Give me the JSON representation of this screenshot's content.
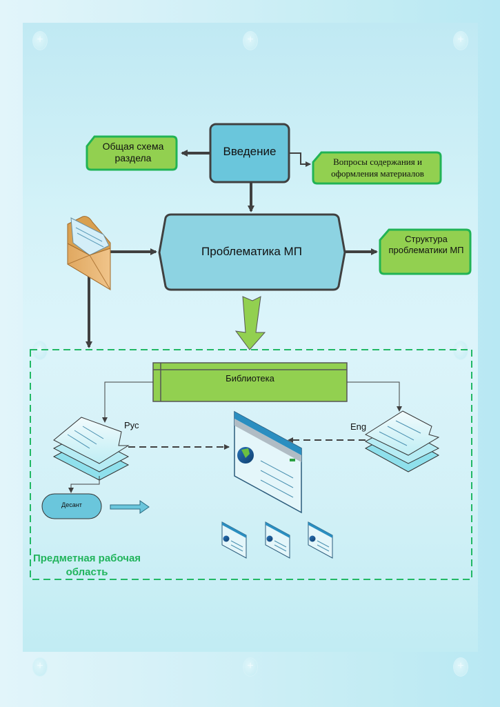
{
  "diagram": {
    "nodes": {
      "intro": "Введение",
      "general_scheme": "Общая схема раздела",
      "content_questions": "Вопросы содержания и оформления материалов",
      "problems": "Проблематика МП",
      "problems_structure": "Структура проблематики МП",
      "library": "Библиотека",
      "rus_docs": "Рус",
      "eng_docs": "Eng",
      "desant": "Десант",
      "workspace_label": "Предметная рабочая область"
    },
    "colors": {
      "process_fill": "#6ac6dc",
      "problems_fill": "#8dd3e2",
      "note_fill": "#92d050",
      "note_border": "#21b355",
      "library_fill": "#92d050",
      "workspace_border": "#21b864",
      "arrow": "#404040"
    }
  }
}
